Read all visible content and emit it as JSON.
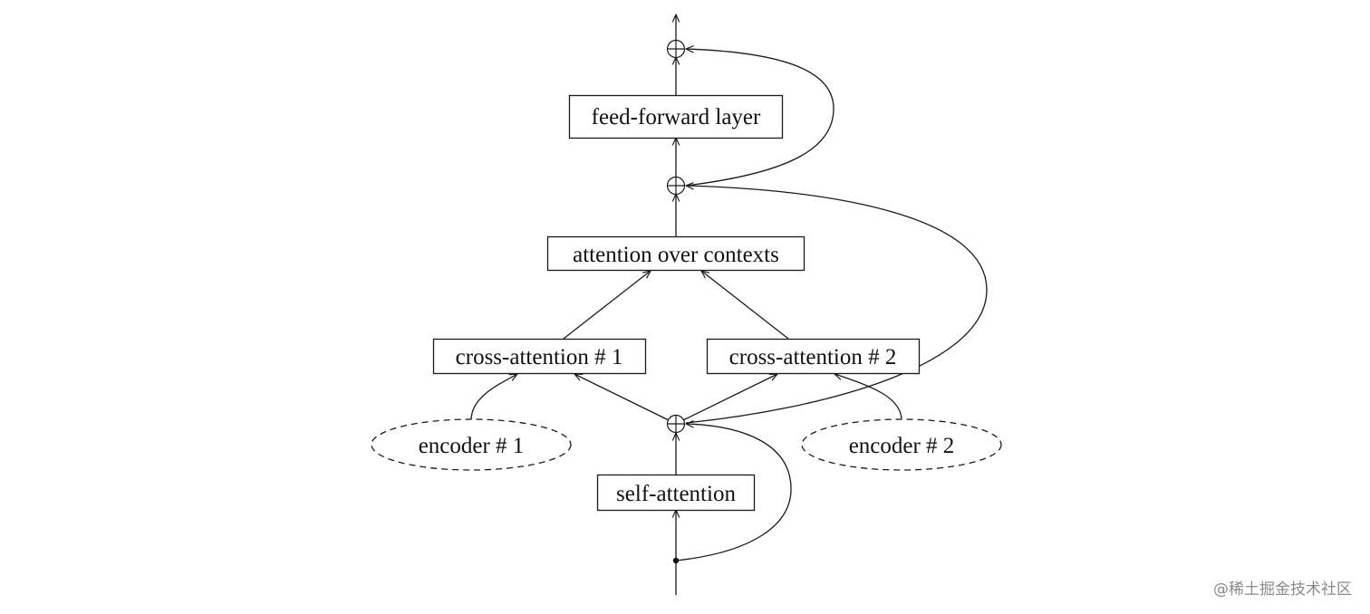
{
  "nodes": {
    "feed_forward": "feed-forward layer",
    "attention_over_contexts": "attention over contexts",
    "cross_attention_1": "cross-attention # 1",
    "cross_attention_2": "cross-attention # 2",
    "encoder_1": "encoder # 1",
    "encoder_2": "encoder # 2",
    "self_attention": "self-attention"
  },
  "edges": [
    {
      "from": "input",
      "to": "self_attention"
    },
    {
      "from": "self_attention",
      "to": "add_1"
    },
    {
      "from": "input",
      "to": "add_1",
      "kind": "residual"
    },
    {
      "from": "add_1",
      "to": "cross_attention_1"
    },
    {
      "from": "add_1",
      "to": "cross_attention_2"
    },
    {
      "from": "encoder_1",
      "to": "cross_attention_1"
    },
    {
      "from": "encoder_2",
      "to": "cross_attention_2"
    },
    {
      "from": "cross_attention_1",
      "to": "attention_over_contexts"
    },
    {
      "from": "cross_attention_2",
      "to": "attention_over_contexts"
    },
    {
      "from": "attention_over_contexts",
      "to": "add_2"
    },
    {
      "from": "add_1",
      "to": "add_2",
      "kind": "residual"
    },
    {
      "from": "add_2",
      "to": "feed_forward"
    },
    {
      "from": "feed_forward",
      "to": "add_3"
    },
    {
      "from": "add_2",
      "to": "add_3",
      "kind": "residual"
    },
    {
      "from": "add_3",
      "to": "output"
    }
  ],
  "watermark": "@稀土掘金技术社区"
}
